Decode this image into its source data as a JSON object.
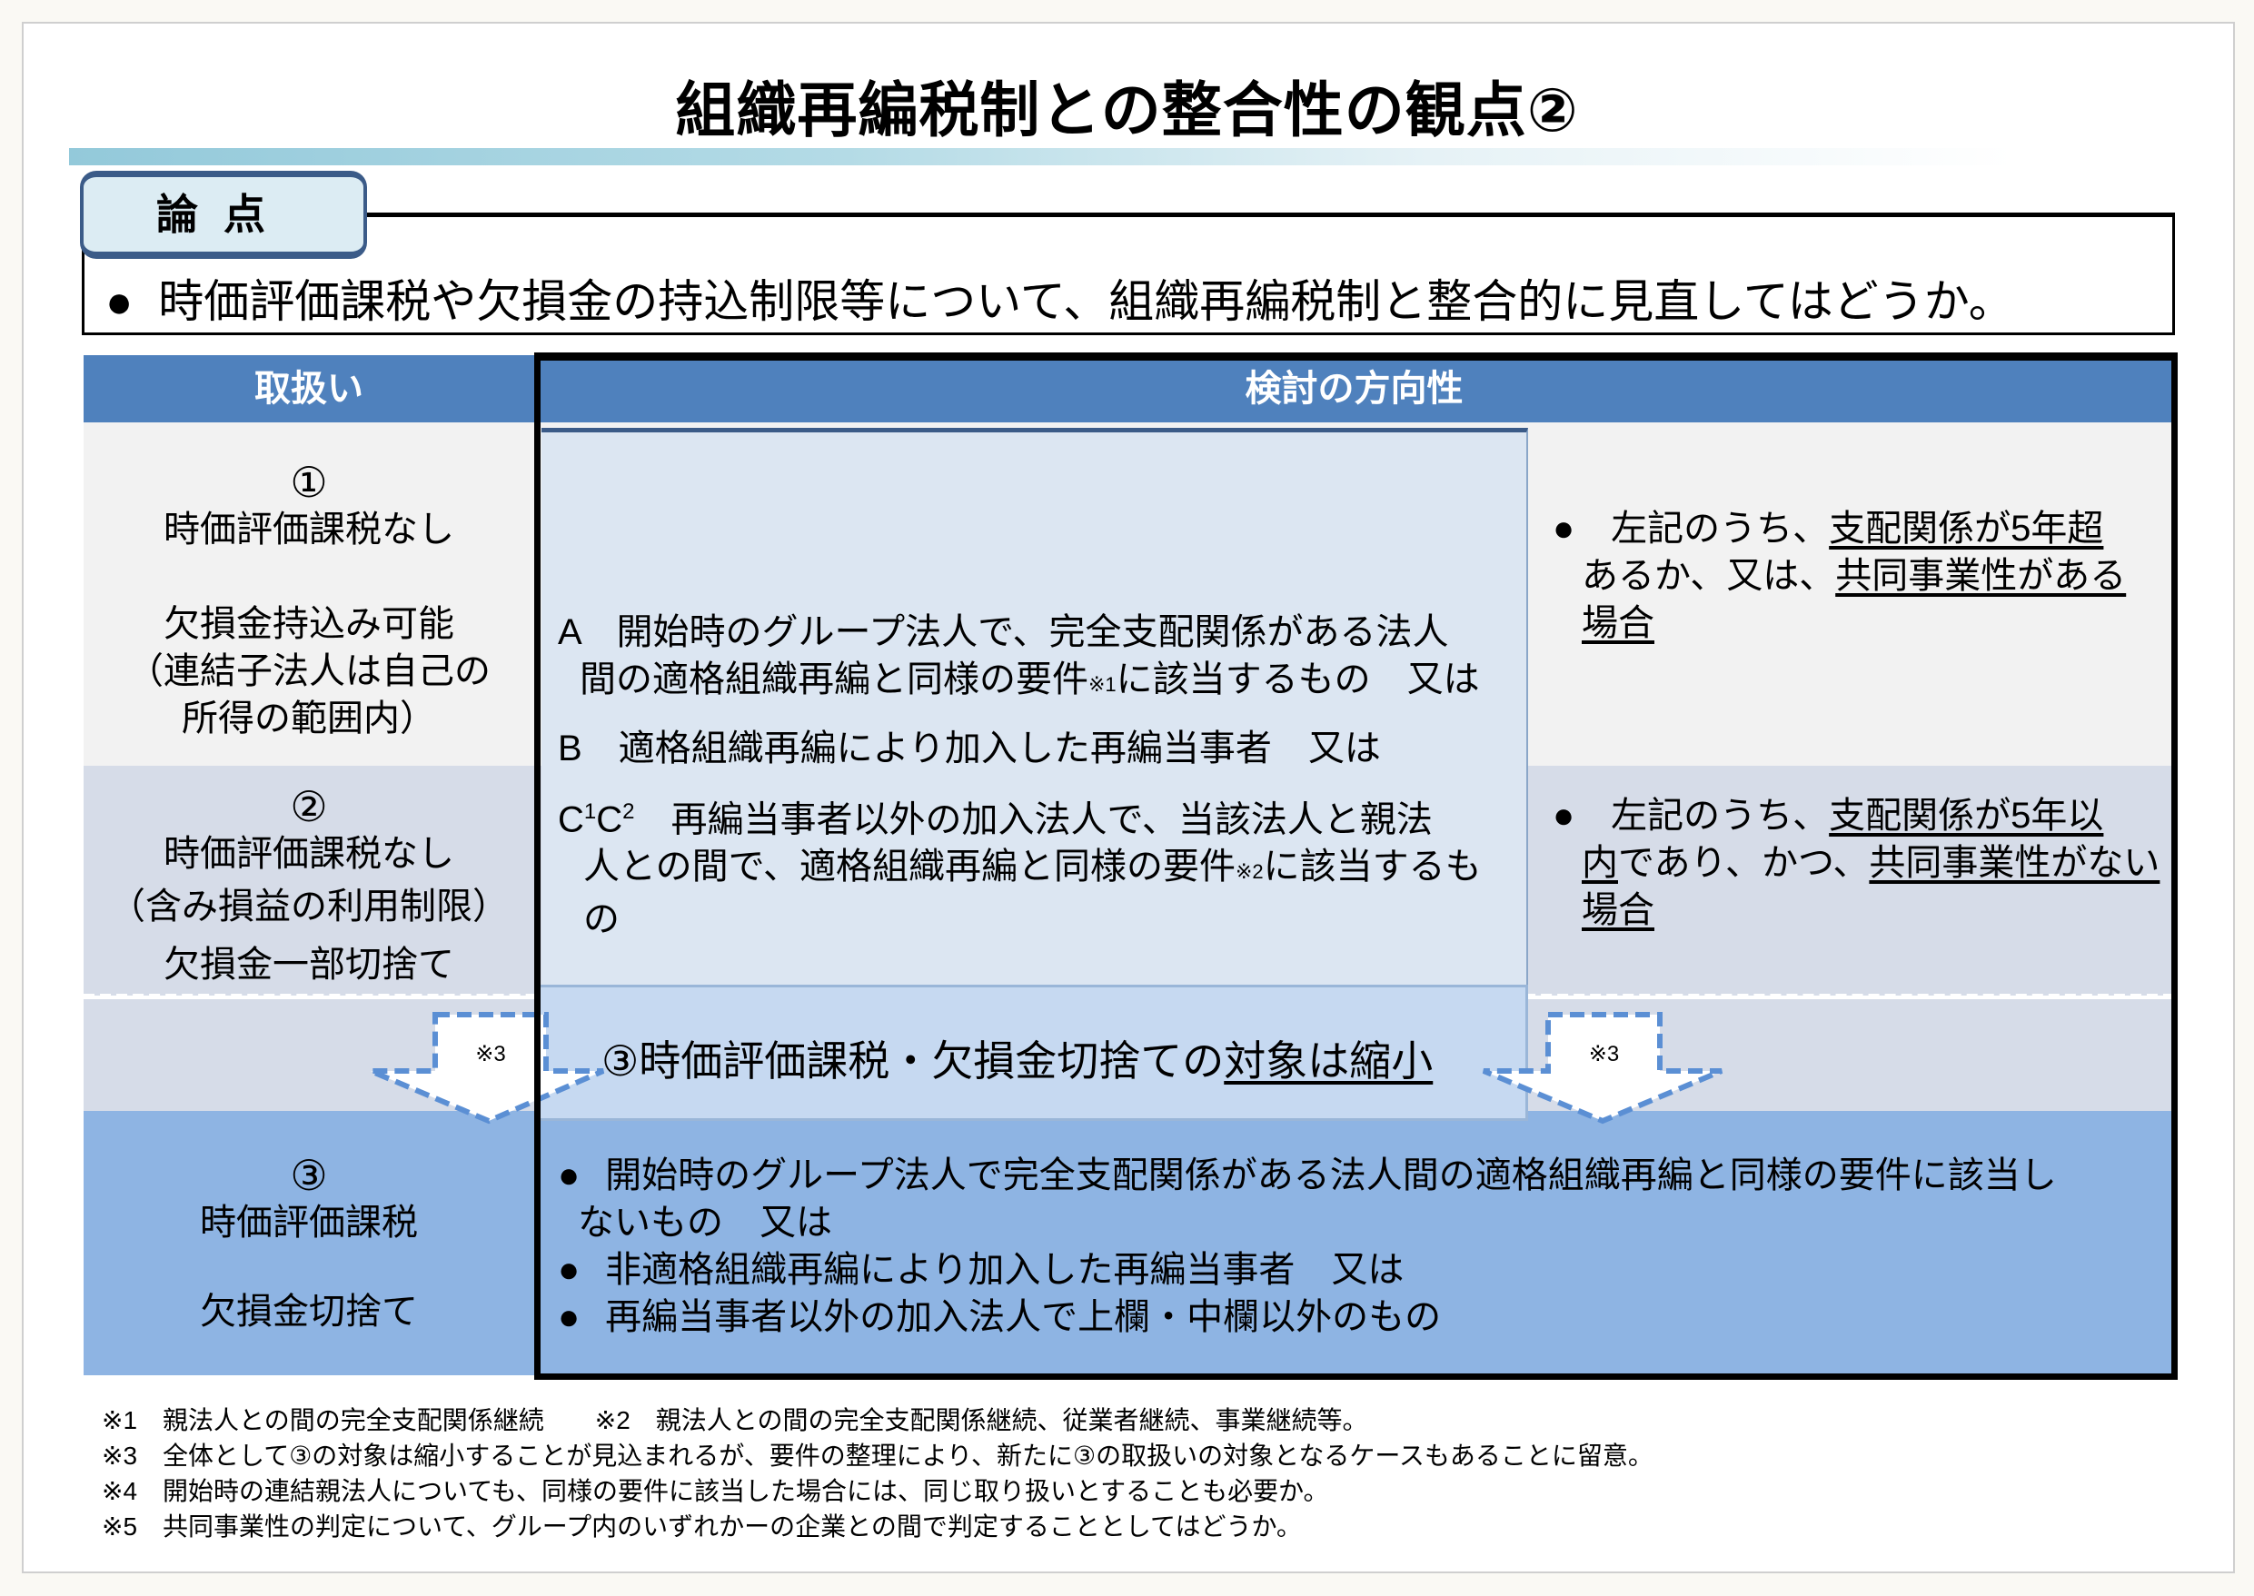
{
  "title": "組織再編税制との整合性の観点②",
  "issue": {
    "tab_label": "論点",
    "bullet": "●",
    "text": "時価評価課税や欠損金の持込制限等について、組織再編税制と整合的に見直してはどうか。"
  },
  "table": {
    "headers": {
      "treatment": "取扱い",
      "direction": "検討の方向性"
    },
    "rows": [
      {
        "num": "①",
        "lines": [
          "時価評価課税なし",
          "",
          "欠損金持込み可能",
          "（連結子法人は自己の",
          "所得の範囲内）"
        ]
      },
      {
        "num": "②",
        "lines": [
          "時価評価課税なし",
          "（含み損益の利用制限）",
          "欠損金一部切捨て"
        ]
      },
      {
        "num": "③",
        "lines": [
          "時価評価課税",
          "",
          "欠損金切捨て"
        ]
      }
    ],
    "middle": {
      "a_line1": "A　開始時のグループ法人で、完全支配関係がある法人",
      "a_line2_pre": "間の適格組織再編と同様の要件",
      "a_note": "※1",
      "a_line2_post": "に該当するもの　又は",
      "b": "B　適格組織再編により加入した再編当事者　又は",
      "c_label": "C",
      "c_sup1": "1",
      "c_label2": "C",
      "c_sup2": "2",
      "c_line1": "　再編当事者以外の加入法人で、当該法人と親法",
      "c_line2_pre": "人との間で、適格組織再編と同様の要件",
      "c_note": "※2",
      "c_line2_post": "に該当するも",
      "c_line3": "の"
    },
    "right1": {
      "bullet": "●",
      "p1": "　左記のうち、",
      "u1": "支配関係が5年超",
      "p2": "あるか、又は、",
      "u2": "共同事業性がある",
      "u3": "場合"
    },
    "right2": {
      "bullet": "●",
      "p1": "　左記のうち、",
      "u1": "支配関係が5年以",
      "u1b": "内",
      "p2": "であり、かつ、",
      "u2": "共同事業性がない",
      "u3": "場合"
    },
    "shrink": {
      "pre": "③時価評価課税・欠損金切捨ての",
      "underlined": "対象は縮小"
    },
    "arrow_note": "※3",
    "bottom": [
      {
        "bullet": "●",
        "text": "開始時のグループ法人で完全支配関係がある法人間の適格組織再編と同様の要件に該当し",
        "cont": "ないもの　又は"
      },
      {
        "bullet": "●",
        "text": "非適格組織再編により加入した再編当事者　又は"
      },
      {
        "bullet": "●",
        "text": "再編当事者以外の加入法人で上欄・中欄以外のもの"
      }
    ]
  },
  "footnotes": [
    "※1　親法人との間の完全支配関係継続　　※2　親法人との間の完全支配関係継続、従業者継続、事業継続等。",
    "※3　全体として③の対象は縮小することが見込まれるが、要件の整理により、新たに③の取扱いの対象となるケースもあることに留意。",
    "※4　開始時の連結親法人についても、同様の要件に該当した場合には、同じ取り扱いとすることも必要か。",
    "※5　共同事業性の判定について、グループ内のいずれかーの企業との間で判定することとしてはどうか。"
  ],
  "colors": {
    "header": "#4f81bd",
    "row1": "#f2f2f2",
    "row2": "#d6dce8",
    "row3": "#8eb4e3",
    "middle": "#dce6f2",
    "shrink": "#c6d9f1",
    "tab_border": "#3b5b88"
  }
}
